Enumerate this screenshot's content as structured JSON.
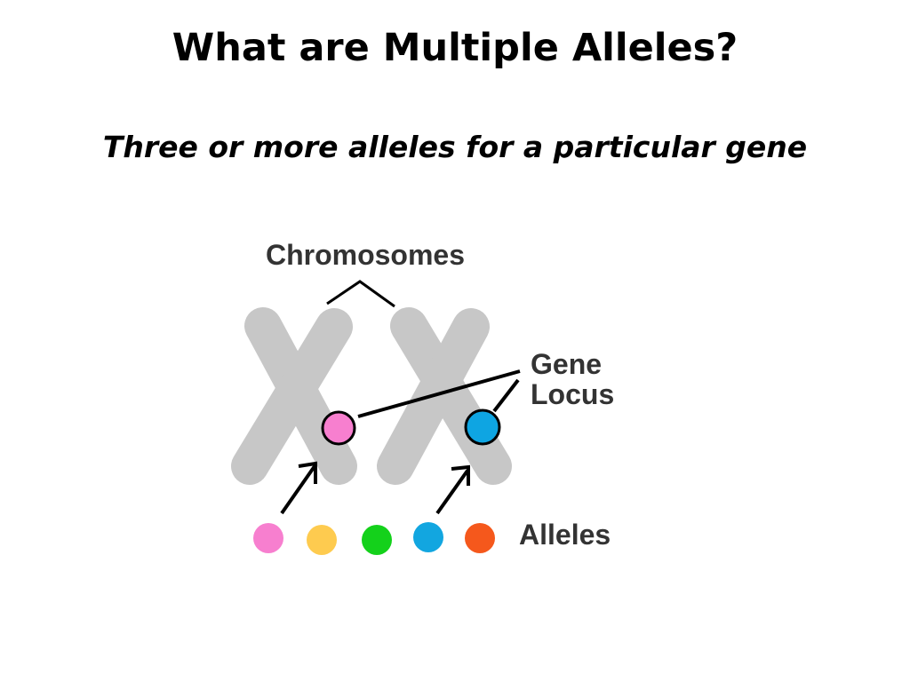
{
  "slide": {
    "title": "What are Multiple Alleles?",
    "subtitle": "Three or more alleles for a particular gene"
  },
  "diagram": {
    "labels": {
      "chromosomes": "Chromosomes",
      "gene_line1": "Gene",
      "gene_line2": "Locus",
      "alleles": "Alleles"
    },
    "colors": {
      "chromosome": "#c7c7c7",
      "locus_left": "#f77fcf",
      "locus_right": "#0ea5e2",
      "line": "#000000"
    },
    "alleles": [
      {
        "color": "#f77fcf"
      },
      {
        "color": "#fecb4f"
      },
      {
        "color": "#14d11b"
      },
      {
        "color": "#12a6e0"
      },
      {
        "color": "#f5581c"
      }
    ]
  }
}
